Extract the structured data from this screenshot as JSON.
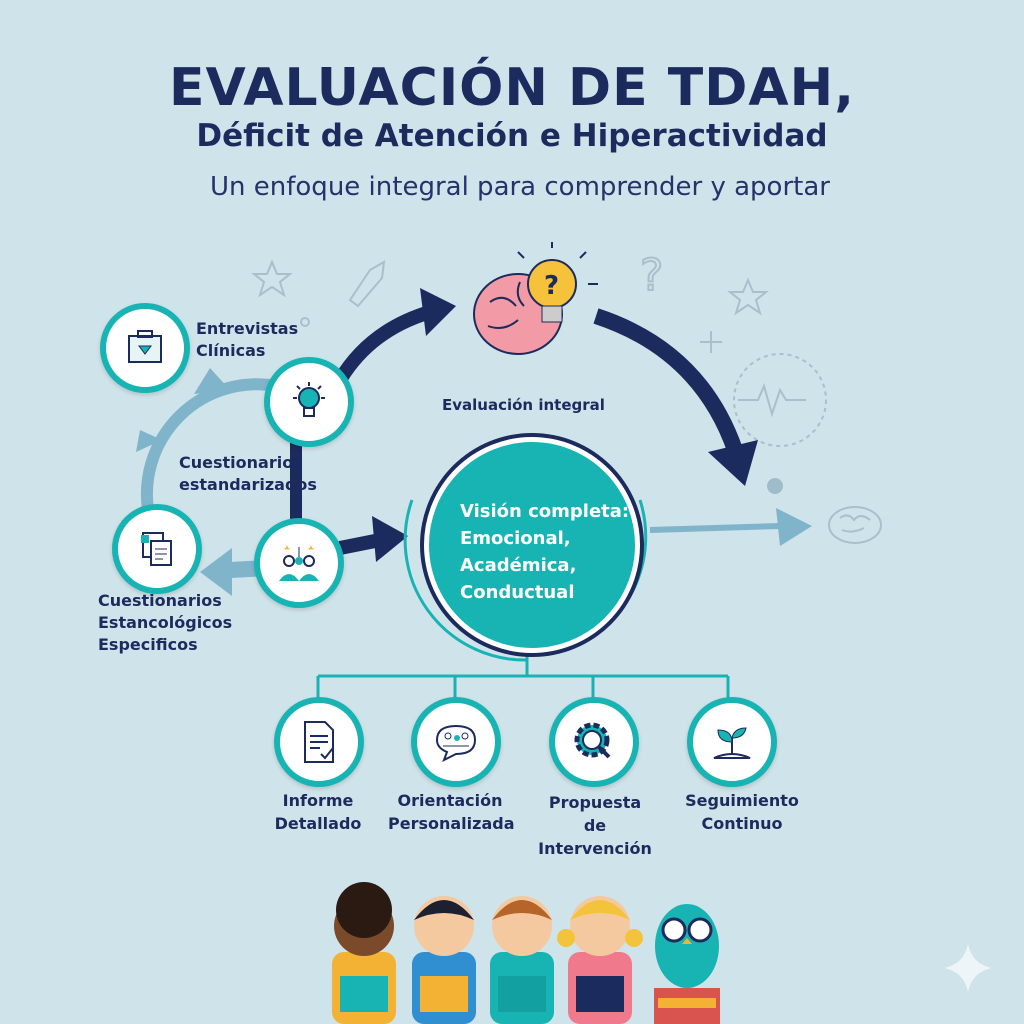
{
  "header": {
    "title": "EVALUACIÓN DE TDAH,",
    "subtitle": "Déficit de Atención e Hiperactividad",
    "tagline": "Un enfoque integral para comprender y aportar"
  },
  "cycle": {
    "nodes": [
      {
        "label_1": "Entrevistas",
        "label_2": "Clínicas",
        "icon": "briefcase-icon"
      },
      {
        "label_1": "Cuestionarios",
        "label_2": "estandarizados",
        "icon": "lightbulb-icon"
      },
      {
        "label_1": "Cuestionarios",
        "label_2": "Estancológicos",
        "label_3": "Especificos",
        "icon": "documents-icon"
      },
      {
        "icon": "people-ideas-icon"
      }
    ]
  },
  "center": {
    "top_label": "Evaluación integral",
    "line_1": "Visión completa:",
    "line_2": "Emocional,",
    "line_3": "Académica,",
    "line_4": "Conductual",
    "brain_icon": "brain-question-icon"
  },
  "outcomes": [
    {
      "line_1": "Informe",
      "line_2": "Detallado",
      "icon": "report-icon"
    },
    {
      "line_1": "Orientación",
      "line_2": "Personalizada",
      "icon": "speech-people-icon"
    },
    {
      "line_1": "Propuesta de",
      "line_2": "Intervención",
      "icon": "gear-search-icon"
    },
    {
      "line_1": "Seguimiento",
      "line_2": "Continuo",
      "icon": "sprout-icon"
    }
  ],
  "colors": {
    "navy": "#1c2b5e",
    "teal": "#18b4b4",
    "background": "#cfe3ea",
    "light_arrow": "#7fb4cb"
  }
}
